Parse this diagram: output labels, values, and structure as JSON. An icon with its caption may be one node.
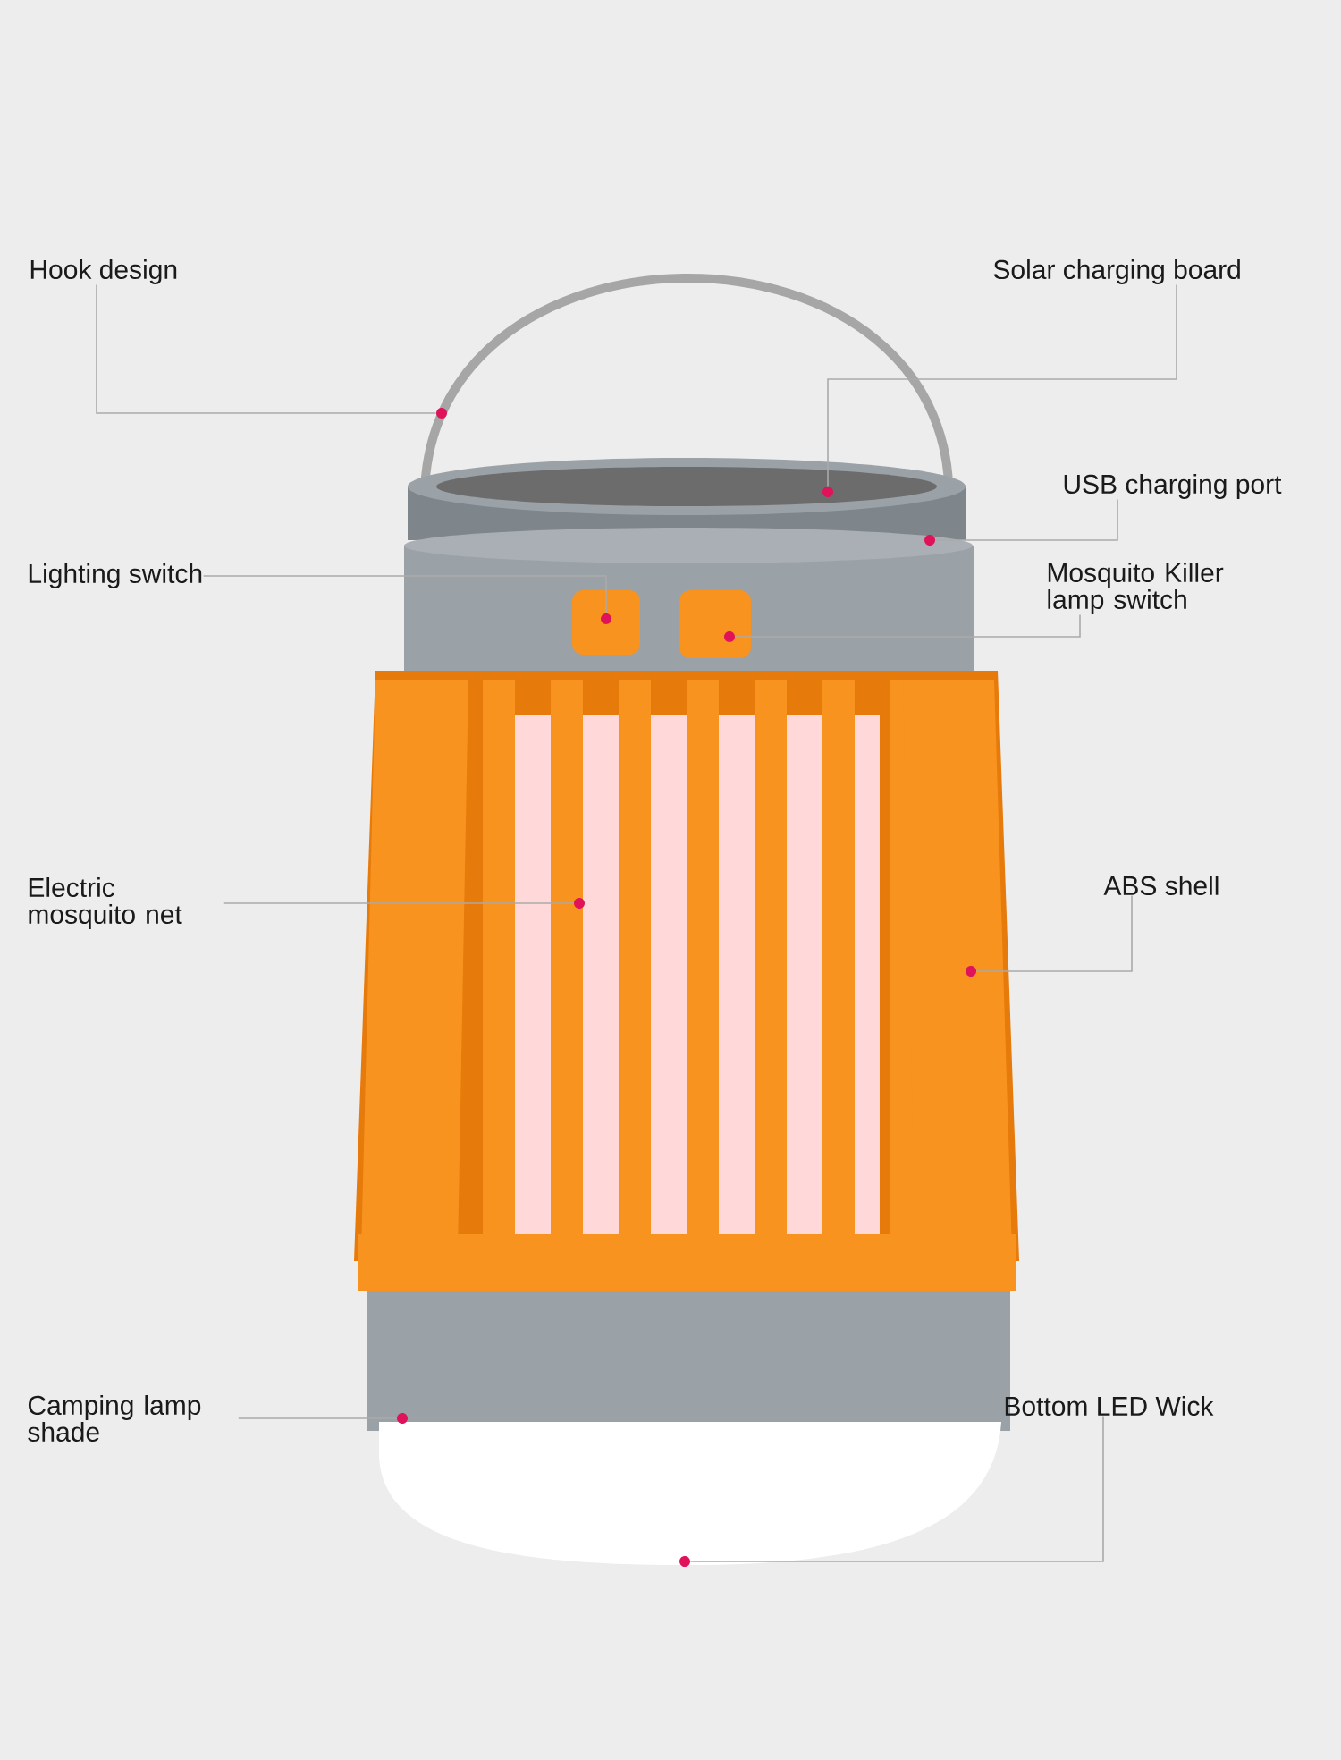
{
  "diagram": {
    "nodes": [
      {
        "text": [
          "Hook design"
        ]
      },
      {
        "text": [
          "Solar charging board"
        ]
      },
      {
        "text": [
          "Lighting switch"
        ]
      },
      {
        "text": [
          "USB charging port"
        ]
      },
      {
        "text": [
          "Mosquito Killer lamp switch"
        ]
      },
      {
        "text": [
          "Electric mosquito net"
        ]
      },
      {
        "text": [
          "ABS shell"
        ]
      },
      {
        "text": [
          "Camping lamp shade"
        ]
      },
      {
        "text": [
          "Bottom LED Wick"
        ]
      },
      {
        "text": [],
        "shape": "circle"
      },
      {
        "text": [],
        "shape": "circle"
      },
      {
        "text": [],
        "shape": "circle"
      },
      {
        "text": [],
        "shape": "circle"
      },
      {
        "text": [],
        "shape": "circle"
      },
      {
        "text": [],
        "shape": "circle"
      },
      {
        "text": [],
        "shape": "circle"
      },
      {
        "text": [],
        "shape": "circle"
      },
      {
        "text": [],
        "shape": "circle"
      }
    ],
    "edges": [
      {
        "from": 0,
        "to": 9,
        "arrow": "none"
      },
      {
        "from": 1,
        "to": 10,
        "arrow": "none"
      },
      {
        "from": 2,
        "to": 11,
        "arrow": "none"
      },
      {
        "from": 3,
        "to": 12,
        "arrow": "none"
      },
      {
        "from": 4,
        "to": 13,
        "arrow": "none"
      },
      {
        "from": 5,
        "to": 14,
        "arrow": "none"
      },
      {
        "from": 6,
        "to": 15,
        "arrow": "none"
      },
      {
        "from": 7,
        "to": 16,
        "arrow": "none"
      },
      {
        "from": 8,
        "to": 17,
        "arrow": "none"
      }
    ]
  }
}
